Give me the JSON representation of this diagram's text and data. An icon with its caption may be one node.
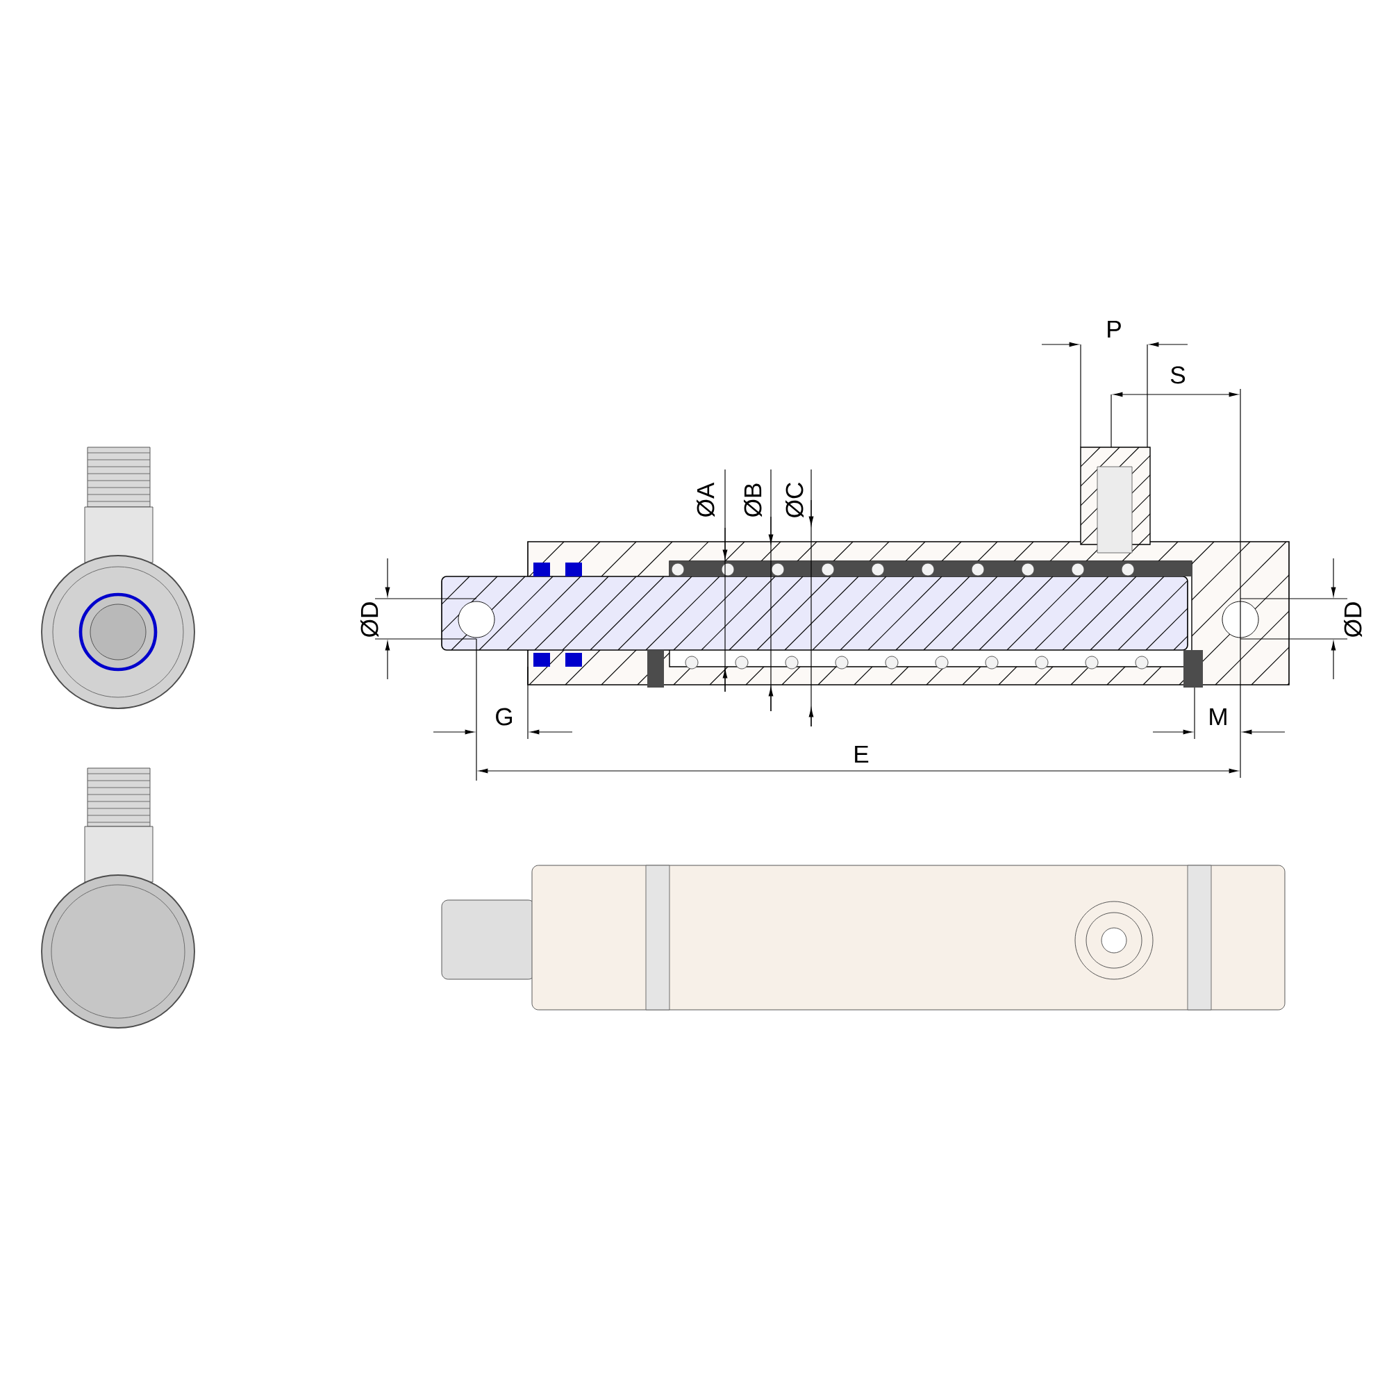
{
  "diagram": {
    "labels": [
      "P",
      "S",
      "ØA",
      "ØB",
      "ØC",
      "ØD",
      "ØD",
      "G",
      "M",
      "E"
    ]
  }
}
